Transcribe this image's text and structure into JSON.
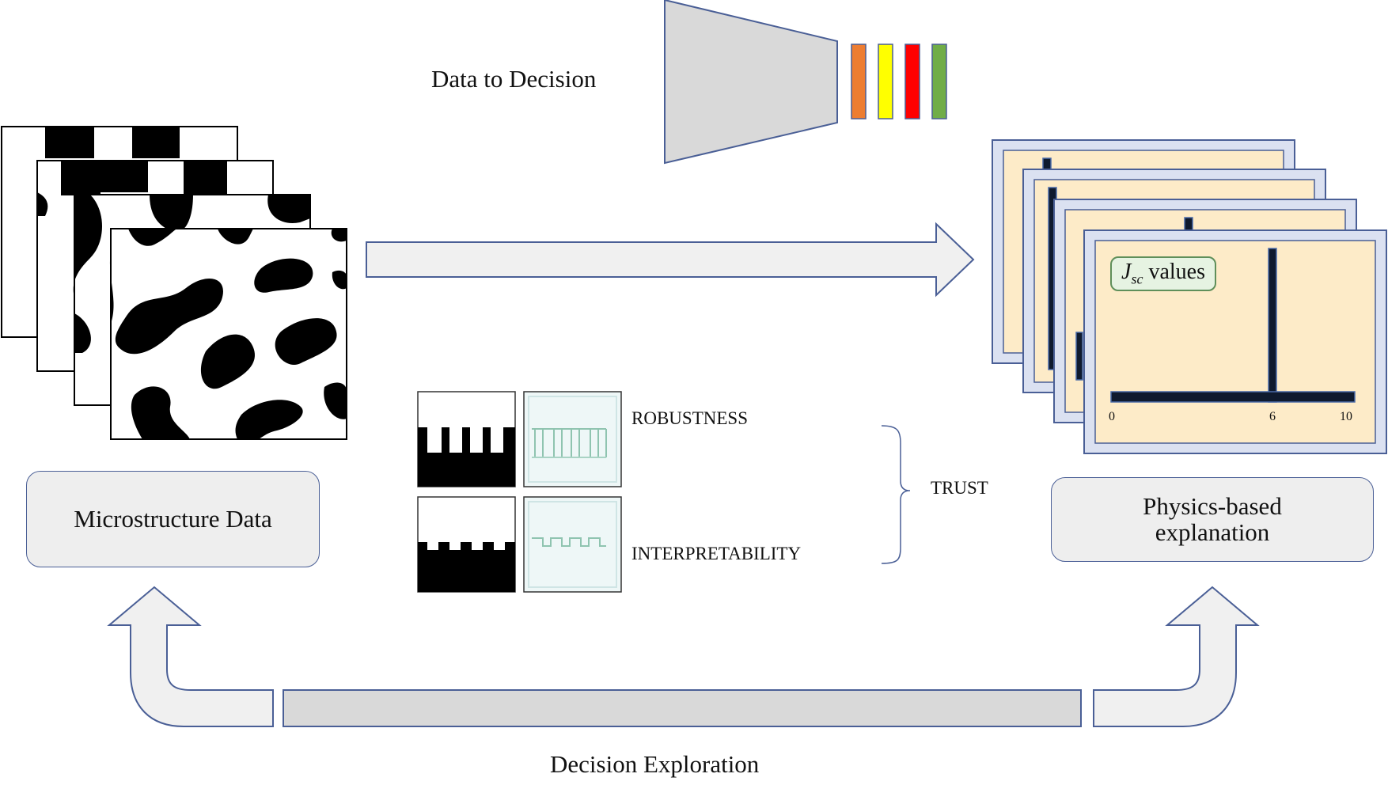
{
  "top_title": "Data to Decision",
  "bottom_title": "Decision Exploration",
  "left_panel_label": "Microstructure Data",
  "right_panel_label_line1": "Physics-based",
  "right_panel_label_line2": "explanation",
  "robustness_label": "ROBUSTNESS",
  "interpretability_label": "INTERPRETABILITY",
  "trust_label": "TRUST",
  "jsc_symbol": "J",
  "jsc_subscript": "sc",
  "jsc_word": "values",
  "chart_ticks": [
    "0",
    "6",
    "10"
  ],
  "output_bar_colors": [
    "#ed7d31",
    "#ffff00",
    "#ff0000",
    "#70ad47"
  ],
  "colors": {
    "arrow_fill": "#f0f0f0",
    "arrow_stroke": "#4a5f96",
    "funnel_fill": "#d9d9d9",
    "card_outer": "#dbe1f1",
    "card_inner": "#fdebc8",
    "bar_fill": "#0f1a2e",
    "bar_edge": "#4a6aa8"
  }
}
